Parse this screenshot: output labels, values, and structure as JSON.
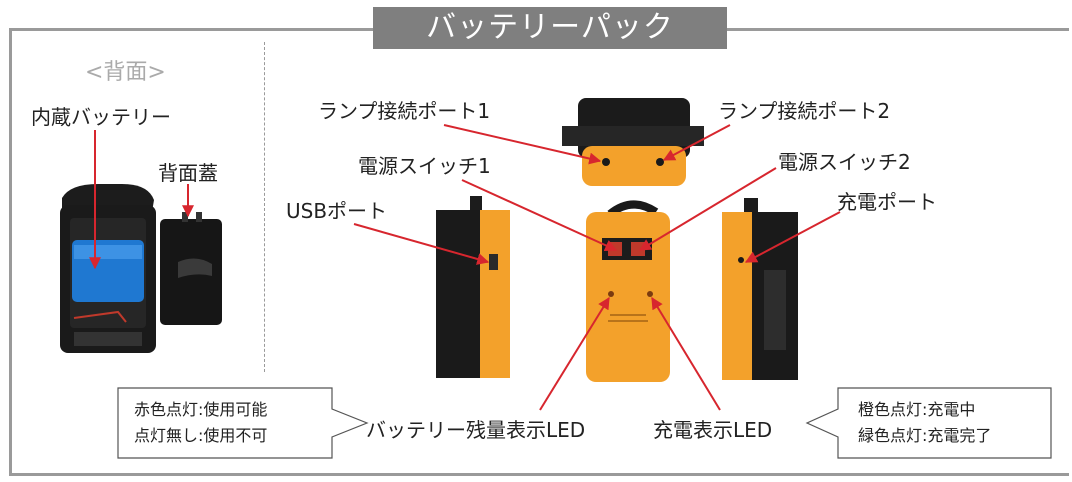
{
  "title": "バッテリーパック",
  "back_section": {
    "heading": "<背面>",
    "internal_battery_label": "内蔵バッテリー",
    "back_cover_label": "背面蓋"
  },
  "labels": {
    "lamp_port_1": "ランプ接続ポート1",
    "lamp_port_2": "ランプ接続ポート2",
    "power_switch_1": "電源スイッチ1",
    "power_switch_2": "電源スイッチ2",
    "usb_port": "USBポート",
    "charge_port": "充電ポート",
    "battery_led": "バッテリー残量表示LED",
    "charge_led": "充電表示LED"
  },
  "callouts": {
    "battery_led": {
      "line1": "赤色点灯:使用可能",
      "line2": "点灯無し:使用不可"
    },
    "charge_led": {
      "line1": "橙色点灯:充電中",
      "line2": "緑色点灯:充電完了"
    }
  },
  "colors": {
    "frame": "#9a9a9a",
    "title_band": "#7f7f7f",
    "arrow": "#d7262e",
    "device_orange": "#f3a12b",
    "device_black": "#1c1c1c",
    "battery_blue": "#1f78d1"
  }
}
